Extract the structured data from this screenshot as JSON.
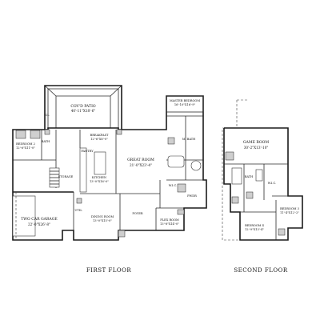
{
  "floors": {
    "first": "FIRST FLOOR",
    "second": "SECOND FLOOR"
  },
  "rooms": {
    "patio": {
      "name": "COV'D PATIO",
      "dims": "40'-11\"X18'-6\""
    },
    "master_bedroom": {
      "name": "MASTER BEDROOM",
      "dims": "16'-10\"X16'-9\""
    },
    "bedroom2": {
      "name": "BEDROOM 2",
      "dims": "12'-6\"X11'-0\""
    },
    "breakfast": {
      "name": "BREAKFAST",
      "dims": "12'-6\"X8'-0\""
    },
    "great_room": {
      "name": "GREAT ROOM",
      "dims": "21'-0\"X23'-4\""
    },
    "kitchen": {
      "name": "KITCHEN",
      "dims": "13'-0\"X16'-0\""
    },
    "garage": {
      "name": "TWO CAR GARAGE",
      "dims": "22'-0\"X26'-8\""
    },
    "dining": {
      "name": "DINING ROOM",
      "dims": "13'-0\"X15'-0\""
    },
    "foyer": {
      "name": "FOYER"
    },
    "flex": {
      "name": "FLEX ROOM",
      "dims": "13'-8\"X14'-0\""
    },
    "game_room": {
      "name": "GAME ROOM",
      "dims": "30'-2\"X13'-10\""
    },
    "bedroom3": {
      "name": "BEDROOM 3",
      "dims": "11'-4\"X12'-2\""
    },
    "bedroom4": {
      "name": "BEDROOM 4",
      "dims": "12'-9\"X13'-4\""
    }
  },
  "small_labels": {
    "bath": "BATH",
    "mbath": "M. BATH",
    "wic": "W.I.C.",
    "pwdr": "PWDR",
    "util": "UTIL",
    "pantry": "PANTRY",
    "storage": "STORAGE",
    "gl": "GL"
  }
}
